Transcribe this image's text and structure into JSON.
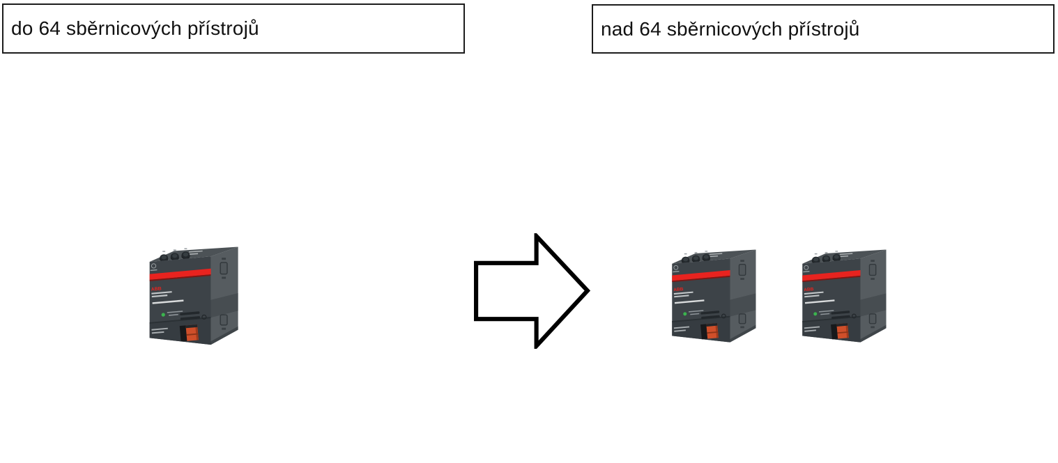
{
  "boxes": {
    "left": {
      "label": "do 64 sběrnicových přístrojů"
    },
    "right": {
      "label": "nad 64 sběrnicových přístrojů"
    }
  },
  "diagram": {
    "left_device_count": 1,
    "right_device_count": 2,
    "arrow_direction": "right"
  },
  "device": {
    "brand_logo": "ABB",
    "body_color": "#3d4348",
    "side_color": "#565c60",
    "top_color": "#4c5256",
    "stripe_color": "#e8231f",
    "led_color": "#3bb44e",
    "bus_terminal_color": "#cf4f2a"
  },
  "arrow": {
    "fill": "#ffffff",
    "stroke": "#000000"
  }
}
